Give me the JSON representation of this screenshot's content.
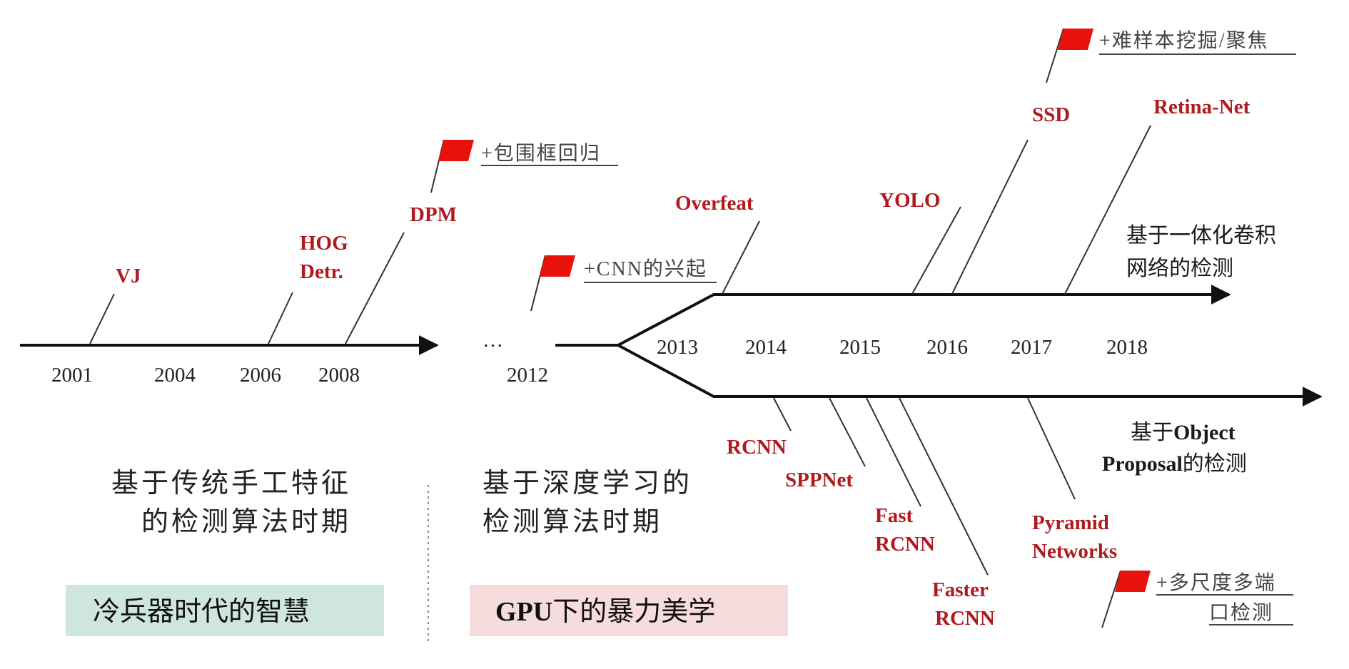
{
  "years": {
    "y2001": "2001",
    "y2004": "2004",
    "y2006": "2006",
    "y2008": "2008",
    "y2012": "2012",
    "y2013": "2013",
    "y2014": "2014",
    "y2015": "2015",
    "y2016": "2016",
    "y2017": "2017",
    "y2018": "2018"
  },
  "ellipsis": "…",
  "algorithms": {
    "vj": "VJ",
    "hog_line1": "HOG",
    "hog_line2": "Detr.",
    "dpm": "DPM",
    "overfeat": "Overfeat",
    "yolo": "YOLO",
    "ssd": "SSD",
    "retina": "Retina-Net",
    "rcnn": "RCNN",
    "sppnet": "SPPNet",
    "fast_line1": "Fast",
    "fast_line2": "RCNN",
    "faster_line1": "Faster",
    "faster_line2": "RCNN",
    "pyramid_line1": "Pyramid",
    "pyramid_line2": "Networks"
  },
  "milestones": {
    "bbox": "+包围框回归",
    "cnn": "+CNN的兴起",
    "hard_mining": "+难样本挖掘/聚焦",
    "multiscale_line1": "+多尺度多端",
    "multiscale_line2": "口检测"
  },
  "branches": {
    "onestage_line1": "基于一体化卷积",
    "onestage_line2": "网络的检测",
    "proposal_line1_prefix": "基于",
    "proposal_line1_bold": "Object",
    "proposal_line2_bold": "Proposal",
    "proposal_line2_suffix": "的检测"
  },
  "eras": {
    "traditional_line1": "基于传统手工特征",
    "traditional_line2": "的检测算法时期",
    "deep_line1": "基于深度学习的",
    "deep_line2": "检测算法时期"
  },
  "banners": {
    "left": "冷兵器时代的智慧",
    "right_bold": "GPU",
    "right_rest": "下的暴力美学"
  },
  "colors": {
    "accent_red": "#b0191e",
    "flag_red": "#e8120c",
    "banner_left_bg": "#cfe6e0",
    "banner_right_bg": "#f6dcdc",
    "line": "#111111"
  }
}
